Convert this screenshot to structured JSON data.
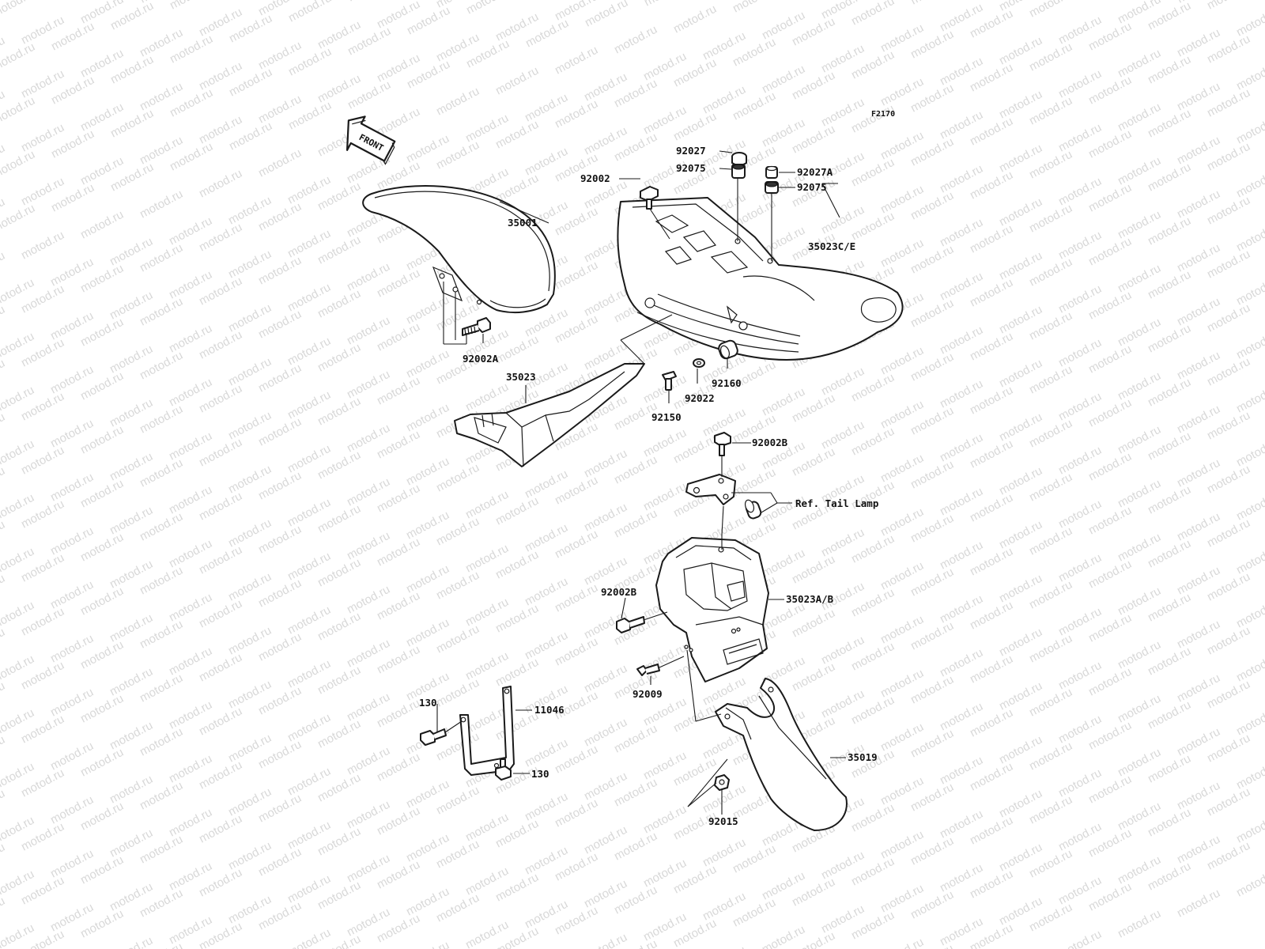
{
  "watermark_text": "motod.ru",
  "figure_code": "F2170",
  "front_arrow_text": "FRONT",
  "reference_note": "Ref. Tail Lamp",
  "callouts": {
    "p92027": "92027",
    "p92075a": "92075",
    "p92027A": "92027A",
    "p92075b": "92075",
    "p92002": "92002",
    "p35001": "35001",
    "p35023CE": "35023C/E",
    "p92002A": "92002A",
    "p35023": "35023",
    "p92150": "92150",
    "p92022": "92022",
    "p92160": "92160",
    "p92002B_top": "92002B",
    "p35023AB": "35023A/B",
    "p92002B_left": "92002B",
    "p92009": "92009",
    "p130_top": "130",
    "p11046": "11046",
    "p130_bottom": "130",
    "p35019": "35019",
    "p92015": "92015"
  },
  "colors": {
    "line": "#1a1a1a",
    "watermark": "#d8d8d8",
    "background": "#ffffff"
  }
}
